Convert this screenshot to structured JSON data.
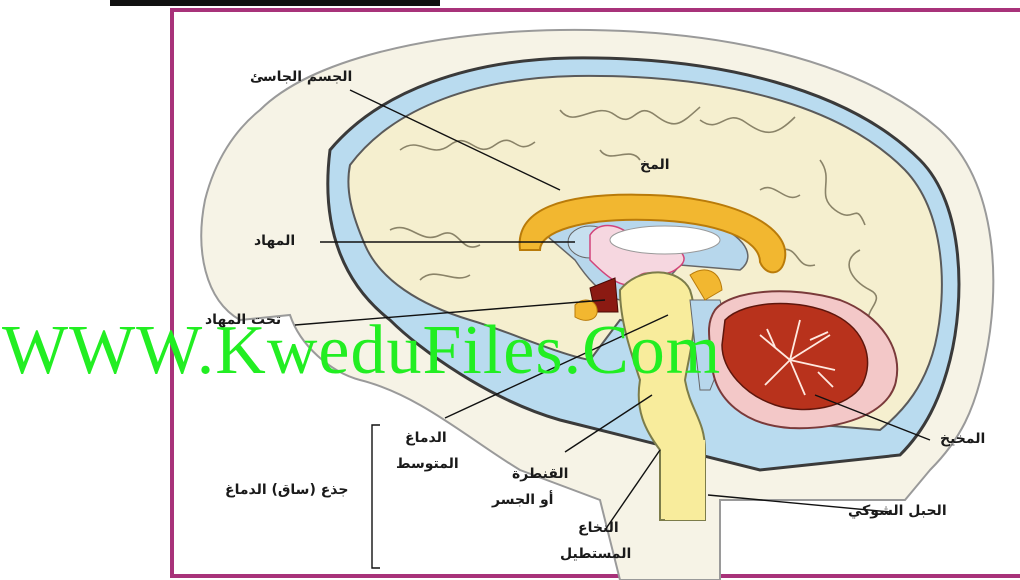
{
  "labels": {
    "corpus_callosum": "الجسم الجاسئ",
    "cerebrum": "المخ",
    "thalamus": "المهاد",
    "hypothalamus": "تحت المهاد",
    "midbrain_line1": "الدماغ",
    "midbrain_line2": "المتوسط",
    "brainstem": "جذع (ساق) الدماغ",
    "pons_line1": "القنطرة",
    "pons_line2": "أو الجسر",
    "medulla_line1": "النخاع",
    "medulla_line2": "المستطيل",
    "cerebellum": "المخيخ",
    "spinal_cord": "الحبل الشوكي"
  },
  "watermark": "WWW.KweduFiles.Com",
  "colors": {
    "frame": "#a8327a",
    "corpus": "#f2b730",
    "cerebellum": "#b8321c",
    "brainstem": "#f8ec9c",
    "ventricle": "#b7d7ec",
    "watermark": "#22ee22"
  }
}
